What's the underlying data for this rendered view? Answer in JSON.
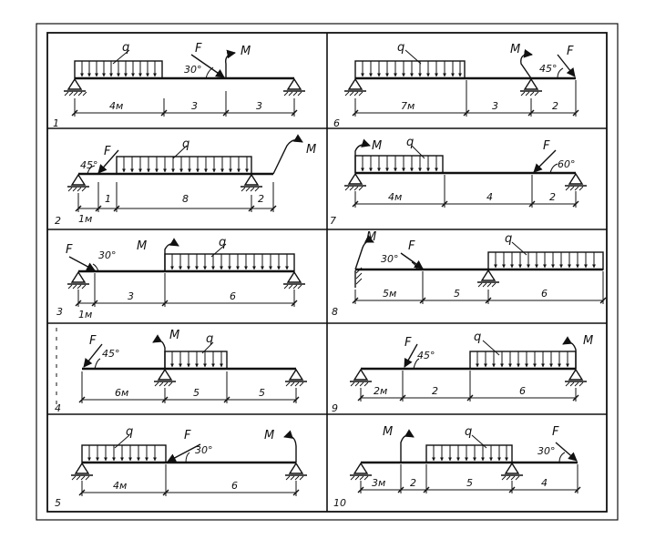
{
  "panels": [
    {
      "number": "1",
      "labels": [
        {
          "t": "q"
        },
        {
          "t": "F"
        },
        {
          "t": "M"
        },
        {
          "t": "30°"
        }
      ],
      "dims": [
        "4м",
        "3",
        "3"
      ]
    },
    {
      "number": "2",
      "labels": [
        {
          "t": "45°"
        },
        {
          "t": "F"
        },
        {
          "t": "q"
        },
        {
          "t": "M"
        }
      ],
      "dims": [
        "1м",
        "1",
        "8",
        "2"
      ]
    },
    {
      "number": "3",
      "labels": [
        {
          "t": "F"
        },
        {
          "t": "30°"
        },
        {
          "t": "M"
        },
        {
          "t": "q"
        }
      ],
      "dims": [
        "1м",
        "3",
        "6"
      ]
    },
    {
      "number": "4",
      "labels": [
        {
          "t": "F"
        },
        {
          "t": "45°"
        },
        {
          "t": "M"
        },
        {
          "t": "q"
        }
      ],
      "dims": [
        "6м",
        "5",
        "5"
      ]
    },
    {
      "number": "5",
      "labels": [
        {
          "t": "q"
        },
        {
          "t": "F"
        },
        {
          "t": "30°"
        },
        {
          "t": "M"
        }
      ],
      "dims": [
        "4м",
        "6"
      ]
    },
    {
      "number": "6",
      "labels": [
        {
          "t": "q"
        },
        {
          "t": "M"
        },
        {
          "t": "45°"
        },
        {
          "t": "F"
        }
      ],
      "dims": [
        "7м",
        "3",
        "2"
      ]
    },
    {
      "number": "7",
      "labels": [
        {
          "t": "M"
        },
        {
          "t": "q"
        },
        {
          "t": "F"
        },
        {
          "t": "60°"
        }
      ],
      "dims": [
        "4м",
        "4",
        "2"
      ]
    },
    {
      "number": "8",
      "labels": [
        {
          "t": "M"
        },
        {
          "t": "30°"
        },
        {
          "t": "F"
        },
        {
          "t": "q"
        }
      ],
      "dims": [
        "5м",
        "5",
        "6"
      ]
    },
    {
      "number": "9",
      "labels": [
        {
          "t": "F"
        },
        {
          "t": "45°"
        },
        {
          "t": "q"
        },
        {
          "t": "M"
        }
      ],
      "dims": [
        "2м",
        "2",
        "6"
      ]
    },
    {
      "number": "10",
      "labels": [
        {
          "t": "M"
        },
        {
          "t": "q"
        },
        {
          "t": "F"
        },
        {
          "t": "30°"
        }
      ],
      "dims": [
        "3м",
        "2",
        "5",
        "4"
      ]
    }
  ]
}
